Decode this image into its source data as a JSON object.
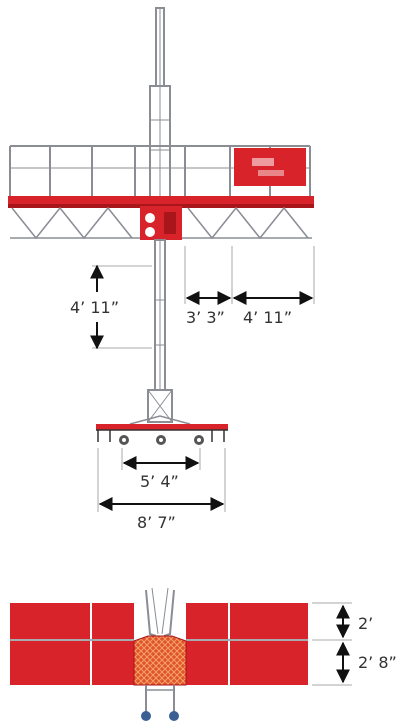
{
  "colors": {
    "red": "#d8232a",
    "dark_red": "#a8151b",
    "steel": "#8a8d93",
    "dark": "#333333",
    "orange": "#e0542a",
    "blue": "#3a5f94"
  },
  "dimensions": {
    "mast_section_height": "4’ 11”",
    "gap_width": "3’ 3”",
    "side_width": "4’ 11”",
    "inner_base_width": "5’ 4”",
    "outer_base_width": "8’ 7”",
    "top_panel_depth": "2’",
    "bottom_panel_depth": "2’ 8”"
  }
}
